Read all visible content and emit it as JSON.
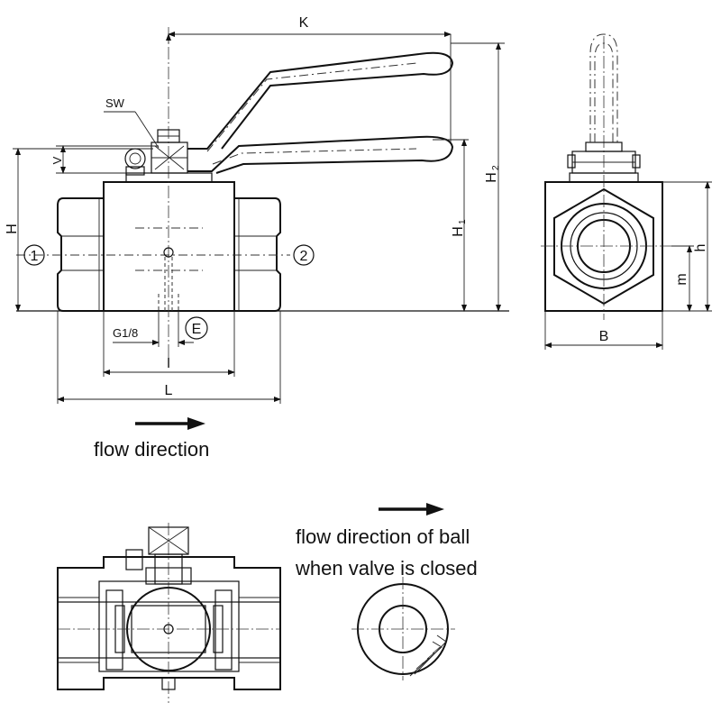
{
  "dimensions": {
    "K": "K",
    "SW": "SW",
    "V": "V",
    "H": "H",
    "H1_main": "H",
    "H1_sub": "1",
    "H2_main": "H",
    "H2_sub": "2",
    "G18": "G1/8",
    "l": "l",
    "L": "L",
    "B": "B",
    "h": "h",
    "m": "m"
  },
  "ports": {
    "port1": "1",
    "port2": "2",
    "portE": "E"
  },
  "captions": {
    "flow_direction": "flow direction",
    "ball_line1": "flow direction of ball",
    "ball_line2": "when valve is closed"
  },
  "colors": {
    "line": "#111111",
    "background": "#ffffff"
  }
}
